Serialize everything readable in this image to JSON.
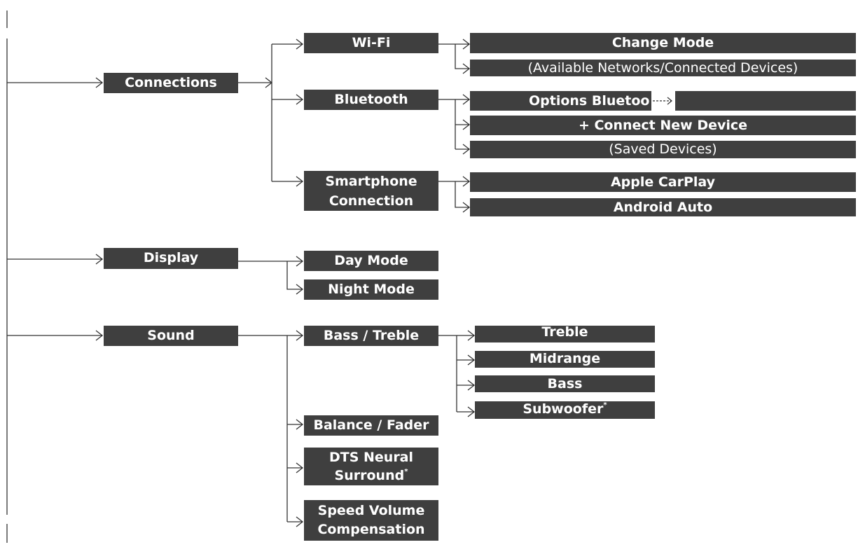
{
  "menu": {
    "connections": {
      "label": "Connections",
      "wifi": {
        "label": "Wi-Fi",
        "change_mode": "Change Mode",
        "networks": "(Available Networks/Connected Devices)"
      },
      "bluetooth": {
        "label": "Bluetooth",
        "options": "Options Bluetoo",
        "connect_new": "+ Connect New Device",
        "saved": "(Saved Devices)"
      },
      "smartphone": {
        "line1": "Smartphone",
        "line2": "Connection",
        "carplay": "Apple CarPlay",
        "android": "Android Auto"
      }
    },
    "display": {
      "label": "Display",
      "day": "Day Mode",
      "night": "Night Mode"
    },
    "sound": {
      "label": "Sound",
      "bass_treble": {
        "label": "Bass / Treble",
        "treble": "Treble",
        "midrange": "Midrange",
        "bass": "Bass",
        "subwoofer": "Subwoofer",
        "subwoofer_mark": "*"
      },
      "balance": "Balance / Fader",
      "dts": {
        "line1": "DTS Neural",
        "line2": "Surround",
        "mark": "*"
      },
      "speed": {
        "line1": "Speed Volume",
        "line2": "Compensation"
      }
    }
  },
  "colors": {
    "box": "#3f3f3f",
    "text": "#ffffff",
    "line": "#333333",
    "background": "#ffffff"
  }
}
